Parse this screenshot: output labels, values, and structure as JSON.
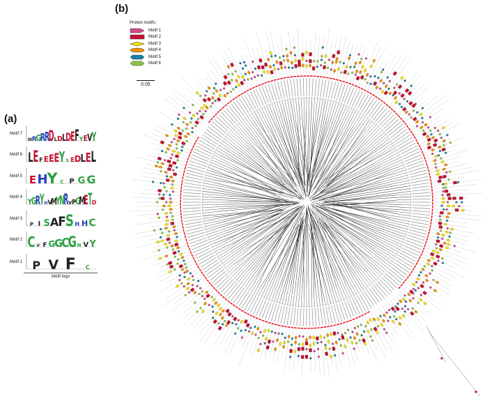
{
  "panels": {
    "a": "(a)",
    "b": "(b)"
  },
  "legend": {
    "title": "Protein motifs:",
    "items": [
      {
        "label": "Motif 1",
        "color": "#d14a8c",
        "shape": "pentagon-arrow"
      },
      {
        "label": "Motif 2",
        "color": "#c8102e",
        "shape": "rect"
      },
      {
        "label": "Motif 3",
        "color": "#f4e200",
        "shape": "diamond"
      },
      {
        "label": "Motif 4",
        "color": "#f39200",
        "shape": "ellipse"
      },
      {
        "label": "Motif 5",
        "color": "#1b7fa6",
        "shape": "hexagon"
      },
      {
        "label": "Motif 6",
        "color": "#8dc63f",
        "shape": "hexagon"
      }
    ]
  },
  "scale_bar": "0.05",
  "motif_logos": {
    "axis_label": "Motif logo",
    "motifs": [
      {
        "name": "Motif 7",
        "letters": "WRGRRDLDLDEFYEVY"
      },
      {
        "name": "Motif 6",
        "letters": "LEFEEEYSEDLEL"
      },
      {
        "name": "Motif 5",
        "letters": "EHYCPGG"
      },
      {
        "name": "Motif 4",
        "letters": "YGRYHVMYNRVPGMETD"
      },
      {
        "name": "Motif 3",
        "letters": "PISAFSHHC"
      },
      {
        "name": "Motif 2",
        "letters": "CVFGGCGNVY"
      },
      {
        "name": "Motif 1",
        "letters": "PVFC"
      }
    ]
  },
  "colors": {
    "ring_red": "#e8202a",
    "branch": "#111111",
    "tip_line": "#bbbbbb",
    "label_grey": "#9a9a9a"
  }
}
